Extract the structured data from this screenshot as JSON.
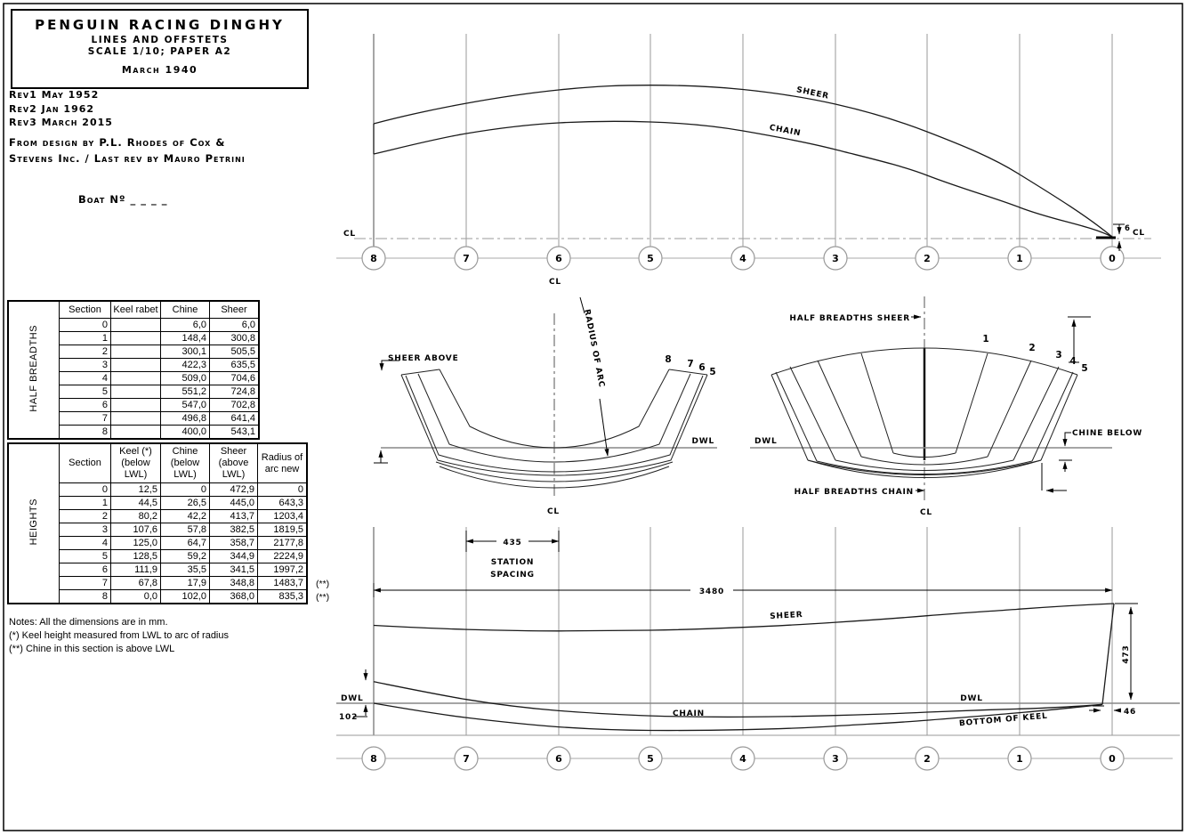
{
  "title_block": {
    "line1": "PENGUIN RACING DINGHY",
    "line2": "LINES AND OFFSTETS",
    "line3": "SCALE 1/10; PAPER A2",
    "line4": "March 1940"
  },
  "revisions": {
    "rev1": "Rev1 May 1952",
    "rev2": "Rev2 Jan 1962",
    "rev3": "Rev3 March 2015"
  },
  "credit": {
    "line1": "From design by P.L. Rhodes of Cox &",
    "line2": "Stevens Inc. / Last rev by Mauro Petrini"
  },
  "boat_no": "Boat Nº _ _ _ _",
  "tables": {
    "half_breadths": {
      "side_label": "HALF BREADTHS",
      "columns": [
        "Section",
        "Keel rabet",
        "Chine",
        "Sheer"
      ],
      "rows": [
        [
          "0",
          "",
          "6,0",
          "6,0"
        ],
        [
          "1",
          "",
          "148,4",
          "300,8"
        ],
        [
          "2",
          "",
          "300,1",
          "505,5"
        ],
        [
          "3",
          "",
          "422,3",
          "635,5"
        ],
        [
          "4",
          "",
          "509,0",
          "704,6"
        ],
        [
          "5",
          "",
          "551,2",
          "724,8"
        ],
        [
          "6",
          "",
          "547,0",
          "702,8"
        ],
        [
          "7",
          "",
          "496,8",
          "641,4"
        ],
        [
          "8",
          "",
          "400,0",
          "543,1"
        ]
      ]
    },
    "heights": {
      "side_label": "HEIGHTS",
      "columns": [
        "Section",
        "Keel (*)\n(below\nLWL)",
        "Chine\n(below\nLWL)",
        "Sheer\n(above\nLWL)",
        "Radius of\narc new"
      ],
      "rows": [
        [
          "0",
          "12,5",
          "0",
          "472,9",
          "0"
        ],
        [
          "1",
          "44,5",
          "26,5",
          "445,0",
          "643,3"
        ],
        [
          "2",
          "80,2",
          "42,2",
          "413,7",
          "1203,4"
        ],
        [
          "3",
          "107,6",
          "57,8",
          "382,5",
          "1819,5"
        ],
        [
          "4",
          "125,0",
          "64,7",
          "358,7",
          "2177,8"
        ],
        [
          "5",
          "128,5",
          "59,2",
          "344,9",
          "2224,9"
        ],
        [
          "6",
          "111,9",
          "35,5",
          "341,5",
          "1997,2"
        ],
        [
          "7",
          "67,8",
          "17,9",
          "348,8",
          "1483,7"
        ],
        [
          "8",
          "0,0",
          "102,0",
          "368,0",
          "835,3"
        ]
      ],
      "annotations": {
        "row7": "(**)",
        "row8": "(**)"
      }
    }
  },
  "notes": {
    "line1": "Notes: All the dimensions are in mm.",
    "line2": "(*) Keel height measured from LWL to arc of radius",
    "line3": "(**)  Chine in this section is above LWL"
  },
  "drawings": {
    "stations": [
      "8",
      "7",
      "6",
      "5",
      "4",
      "3",
      "2",
      "1",
      "0"
    ],
    "common": {
      "cl": "CL",
      "dwl": "DWL"
    },
    "plan": {
      "sheer": "SHEER",
      "chain": "CHAIN",
      "transom_half_breadth": "6"
    },
    "body_aft": {
      "sheer_above": "SHEER ABOVE",
      "radius_of_arc": "RADIUS OF ARC",
      "station_labels": [
        "8",
        "7",
        "6",
        "5"
      ]
    },
    "body_fwd": {
      "half_breadths_sheer": "HALF BREADTHS SHEER",
      "half_breadths_chain": "HALF BREADTHS CHAIN",
      "chine_below": "CHINE BELOW",
      "station_labels": [
        "1",
        "2",
        "3",
        "4",
        "5"
      ]
    },
    "profile": {
      "sheer": "SHEER",
      "chain": "CHAIN",
      "bottom_of_keel": "BOTTOM OF KEEL",
      "station_spacing_line1": "STATION",
      "station_spacing_line2": "SPACING",
      "dims": {
        "station_spacing": "435",
        "overall_length": "3480",
        "stem_height": "473",
        "stem_overhang": "46",
        "chain_above_dwl_transom": "102"
      }
    }
  }
}
